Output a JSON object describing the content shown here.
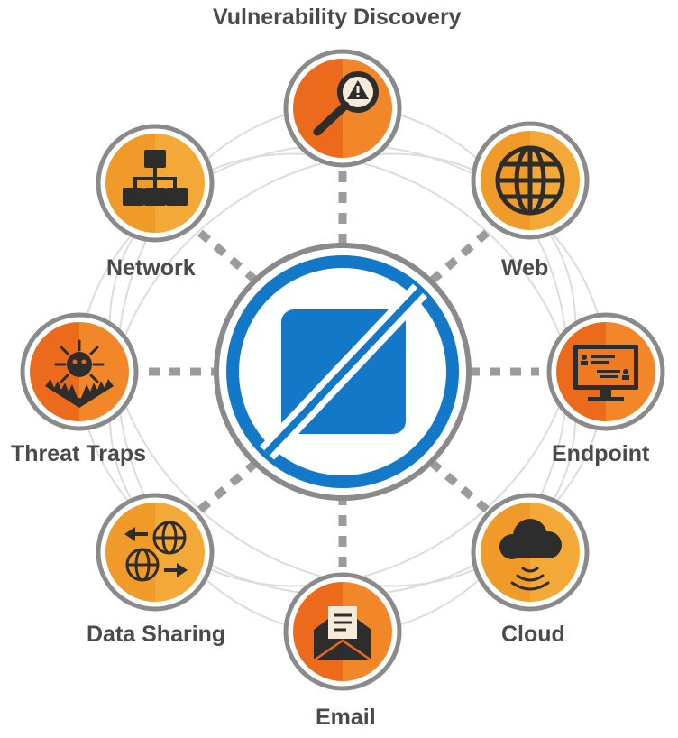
{
  "diagram": {
    "labels": {
      "vulnerability_discovery": "Vulnerability Discovery",
      "network": "Network",
      "web": "Web",
      "threat_traps": "Threat Traps",
      "endpoint": "Endpoint",
      "data_sharing": "Data Sharing",
      "cloud": "Cloud",
      "email": "Email"
    },
    "colors": {
      "label_text": "#4a4a4a",
      "node_ring": "#8a8a8a",
      "connector": "#9b9b9b",
      "orbit": "#dcdcdc",
      "hub_blue": "#1478c8",
      "node_orange_dark": "#ec6a1c",
      "node_orange_light": "#f29a2e",
      "icon_dark": "#2d2d2d"
    },
    "icons": {
      "vulnerability_discovery": "magnifier-warning-icon",
      "network": "org-chart-icon",
      "web": "globe-icon",
      "threat_traps": "virus-trap-icon",
      "endpoint": "monitor-icon",
      "data_sharing": "globes-exchange-icon",
      "cloud": "cloud-signal-icon",
      "email": "envelope-icon",
      "hub": "blocked-square-icon"
    }
  }
}
